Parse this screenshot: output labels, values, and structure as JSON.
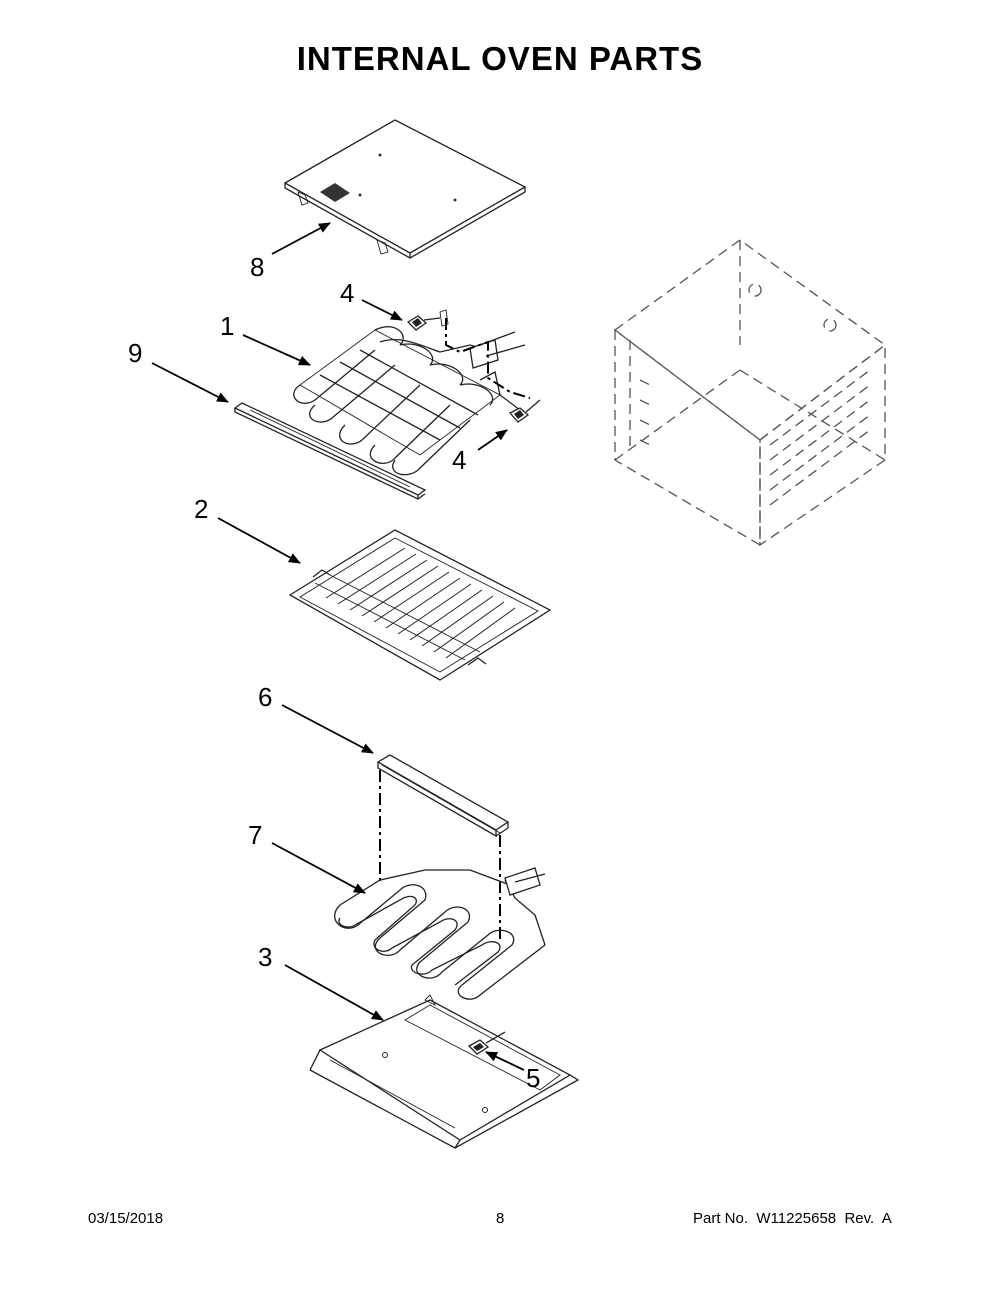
{
  "title": "INTERNAL OVEN PARTS",
  "callouts": {
    "c1": "1",
    "c2": "2",
    "c3": "3",
    "c4a": "4",
    "c4b": "4",
    "c5": "5",
    "c6": "6",
    "c7": "7",
    "c8": "8",
    "c9": "9"
  },
  "footer": {
    "date": "03/15/2018",
    "page": "8",
    "part": "Part No.  W11225658  Rev.  A"
  }
}
